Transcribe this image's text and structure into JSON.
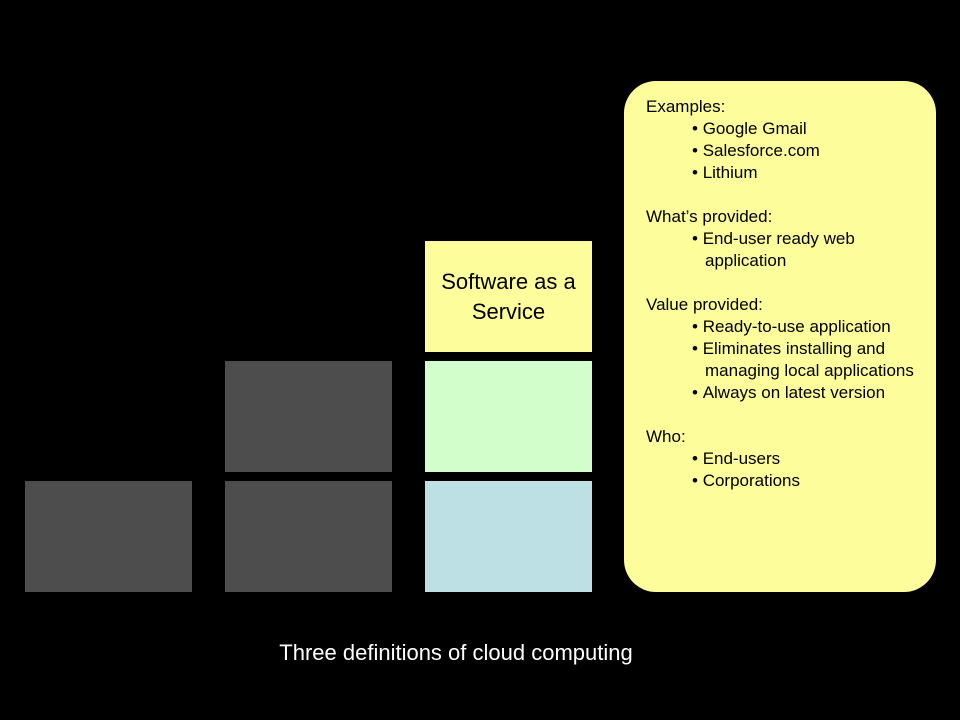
{
  "blocks": {
    "saas_label": "Software as a Service"
  },
  "panel": {
    "sections": [
      {
        "heading": "Examples:",
        "items": [
          "Google Gmail",
          "Salesforce.com",
          "Lithium"
        ]
      },
      {
        "heading": "What’s provided:",
        "items": [
          "End-user ready web application"
        ]
      },
      {
        "heading": "Value provided:",
        "items": [
          "Ready-to-use application",
          "Eliminates installing and managing local applications",
          "Always on latest version"
        ]
      },
      {
        "heading": "Who:",
        "items": [
          "End-users",
          "Corporations"
        ]
      }
    ]
  },
  "caption": "Three definitions of cloud computing",
  "colors": {
    "background": "#000000",
    "gray_block": "#4d4d4d",
    "saas_block": "#fdfd9c",
    "paas_block": "#d2fecc",
    "iaas_block": "#bde0e4",
    "panel": "#fdfd9c"
  }
}
